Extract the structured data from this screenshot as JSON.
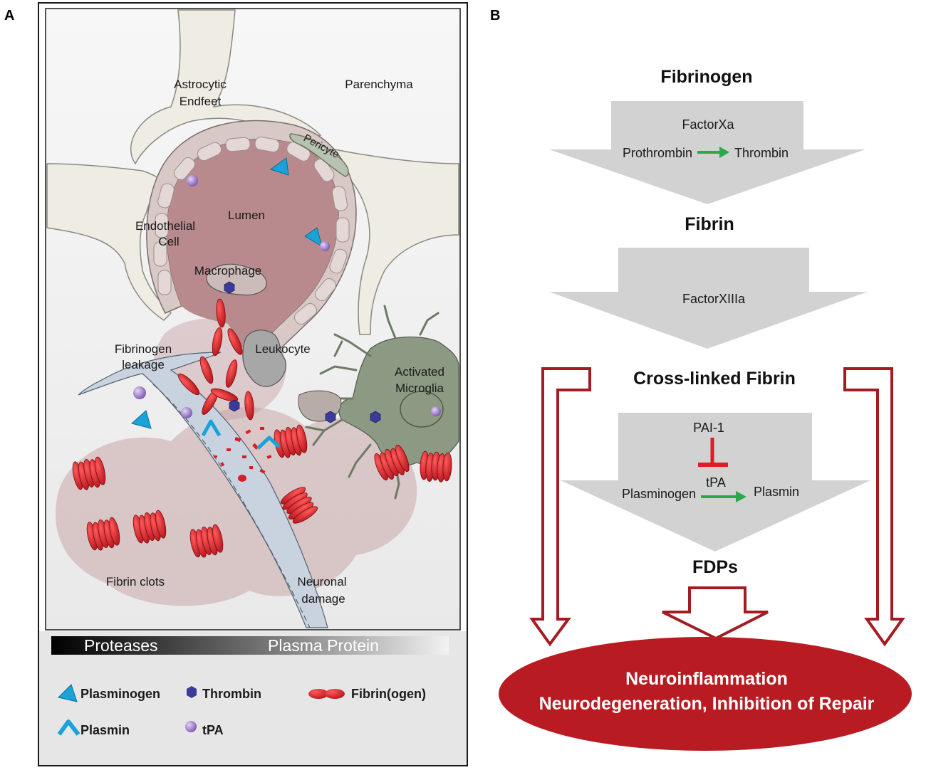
{
  "panel_a": {
    "letter": "A",
    "labels": {
      "astrocytic_1": "Astrocytic",
      "astrocytic_2": "Endfeet",
      "parenchyma": "Parenchyma",
      "pericyte": "Pericyte",
      "lumen": "Lumen",
      "endothelial_1": "Endothelial",
      "endothelial_2": "Cell",
      "macrophage": "Macrophage",
      "fibrinogen_1": "Fibrinogen",
      "fibrinogen_2": "leakage",
      "leukocyte": "Leukocyte",
      "microglia_1": "Activated",
      "microglia_2": "Microglia",
      "fibrin_clots": "Fibrin clots",
      "neuronal_1": "Neuronal",
      "neuronal_2": "damage"
    },
    "gradient_bar": {
      "left": "Proteases",
      "right": "Plasma Protein"
    },
    "legend": {
      "plasminogen": "Plasminogen",
      "thrombin": "Thrombin",
      "fibrinogen": "Fibrin(ogen)",
      "plasmin": "Plasmin",
      "tpa": "tPA"
    }
  },
  "panel_b": {
    "letter": "B",
    "fibrinogen": "Fibrinogen",
    "factor_xa": "FactorXa",
    "prothrombin": "Prothrombin",
    "thrombin": "Thrombin",
    "fibrin": "Fibrin",
    "factor_xiiia": "FactorXIIIa",
    "cross_linked": "Cross-linked Fibrin",
    "pai1": "PAI-1",
    "tpa": "tPA",
    "plasminogen": "Plasminogen",
    "plasmin": "Plasmin",
    "fdps": "FDPs",
    "outcome_1": "Neuroinflammation",
    "outcome_2": "Neurodegeneration, Inhibition of Repair"
  },
  "colors": {
    "fibrin_red": "#d41f26",
    "tissue_pink": "#b88a8e",
    "microglia_green": "#8c9a84",
    "arrow_gray": "#d2d2d2",
    "outline_red": "#a31c22",
    "green_arrow": "#2aa84a",
    "plasminogen_blue": "#1aa3d9",
    "thrombin_indigo": "#3b3c9a",
    "tpa_purple": "#9b73c9"
  }
}
